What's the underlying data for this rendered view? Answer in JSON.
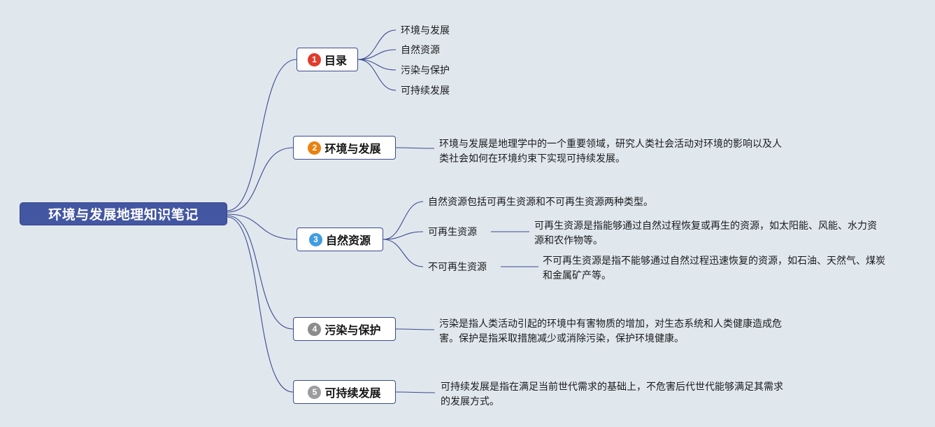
{
  "canvas": {
    "background_color": "#e0e8ee",
    "line_color": "#3c4a8f"
  },
  "root": {
    "label": "环境与发展地理知识笔记",
    "bg_color": "#4356a2",
    "text_color": "#ffffff"
  },
  "branches": [
    {
      "num": "1",
      "badge_color": "#e03c2c",
      "label": "目录",
      "children": [
        {
          "label": "环境与发展"
        },
        {
          "label": "自然资源"
        },
        {
          "label": "污染与保护"
        },
        {
          "label": "可持续发展"
        }
      ]
    },
    {
      "num": "2",
      "badge_color": "#e8820f",
      "label": "环境与发展",
      "note": "环境与发展是地理学中的一个重要领域，研究人类社会活动对环境的影响以及人类社会如何在环境约束下实现可持续发展。"
    },
    {
      "num": "3",
      "badge_color": "#3f9ce0",
      "label": "自然资源",
      "intro": "自然资源包括可再生资源和不可再生资源两种类型。",
      "children": [
        {
          "label": "可再生资源",
          "note": "可再生资源是指能够通过自然过程恢复或再生的资源，如太阳能、风能、水力资源和农作物等。"
        },
        {
          "label": "不可再生资源",
          "note": "不可再生资源是指不能够通过自然过程迅速恢复的资源，如石油、天然气、煤炭和金属矿产等。"
        }
      ]
    },
    {
      "num": "4",
      "badge_color": "#8c8c8c",
      "label": "污染与保护",
      "note": "污染是指人类活动引起的环境中有害物质的增加，对生态系统和人类健康造成危害。保护是指采取措施减少或消除污染，保护环境健康。"
    },
    {
      "num": "5",
      "badge_color": "#9b9ba0",
      "label": "可持续发展",
      "note": "可持续发展是指在满足当前世代需求的基础上，不危害后代世代能够满足其需求的发展方式。"
    }
  ]
}
